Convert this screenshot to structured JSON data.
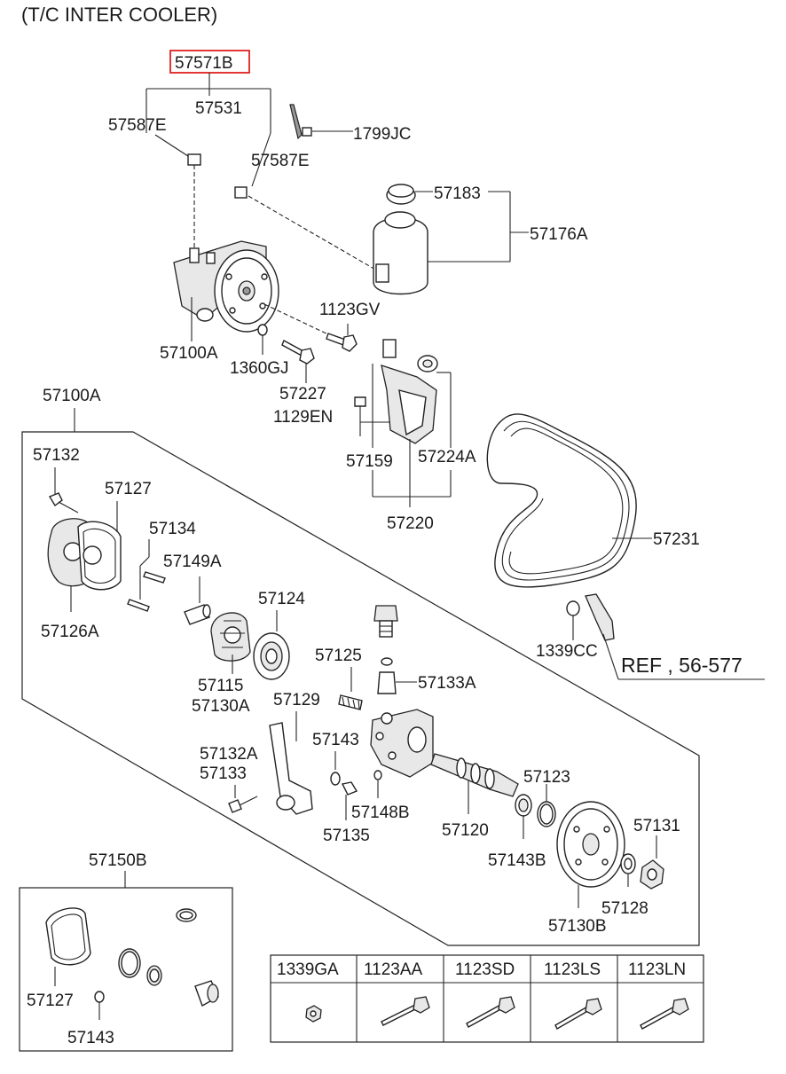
{
  "title": "(T/C INTER COOLER)",
  "highlighted_part": "57571B",
  "callouts": {
    "c57531": "57531",
    "c57587e_l": "57587E",
    "c1799jc": "1799JC",
    "c57587e_r": "57587E",
    "c57183": "57183",
    "c57176a": "57176A",
    "c1123gv": "1123GV",
    "c57100a_top": "57100A",
    "c1360gj": "1360GJ",
    "c57227": "57227",
    "c1129en": "1129EN",
    "c57159": "57159",
    "c57224a": "57224A",
    "c57220": "57220",
    "c57231": "57231",
    "c1339cc": "1339CC",
    "ref": "REF , 56-577",
    "c57100a_group": "57100A",
    "c57132": "57132",
    "c57127": "57127",
    "c57134": "57134",
    "c57149a": "57149A",
    "c57126a": "57126A",
    "c57124": "57124",
    "c57115": "57115",
    "c57130a": "57130A",
    "c57125": "57125",
    "c57133a": "57133A",
    "c57129": "57129",
    "c57143": "57143",
    "c57132a": "57132A",
    "c57133": "57133",
    "c57135": "57135",
    "c57148b": "57148B",
    "c57120": "57120",
    "c57123": "57123",
    "c57143b": "57143B",
    "c57131": "57131",
    "c57128": "57128",
    "c57130b": "57130B",
    "c57150b": "57150B",
    "kit57127": "57127",
    "kit57143": "57143"
  },
  "fastener_table": {
    "headers": [
      "1339GA",
      "1123AA",
      "1123SD",
      "1123LS",
      "1123LN"
    ]
  }
}
